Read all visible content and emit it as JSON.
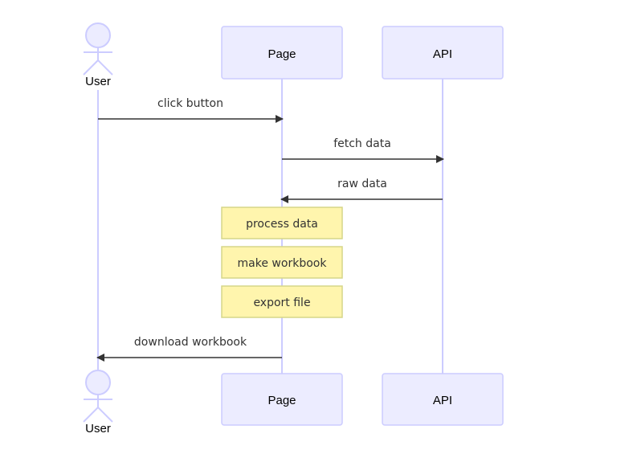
{
  "participants": {
    "user": {
      "label": "User",
      "type": "actor"
    },
    "page": {
      "label": "Page",
      "type": "participant"
    },
    "api": {
      "label": "API",
      "type": "participant"
    }
  },
  "messages": [
    {
      "from": "User",
      "to": "Page",
      "text": "click button"
    },
    {
      "from": "Page",
      "to": "API",
      "text": "fetch data"
    },
    {
      "from": "API",
      "to": "Page",
      "text": "raw data"
    },
    {
      "from": "Page",
      "to": "User",
      "text": "download workbook"
    }
  ],
  "notes": [
    {
      "over": "Page",
      "text": "process data"
    },
    {
      "over": "Page",
      "text": "make workbook"
    },
    {
      "over": "Page",
      "text": "export file"
    }
  ],
  "colors": {
    "participant_fill": "#ECECFF",
    "participant_stroke": "#CCCCFF",
    "lifeline": "#CCCCFF",
    "note_fill": "#FFF5AD",
    "note_stroke": "#D6D689",
    "arrow": "#333333"
  }
}
